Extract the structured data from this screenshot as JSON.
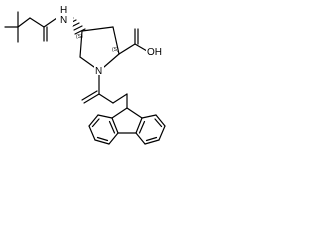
{
  "molecule": {
    "atoms": {
      "amine_h": "H",
      "amine_n": "N",
      "ring_n": "N",
      "hydroxyl": "OH"
    },
    "stereo": {
      "c4": "(S)",
      "c2": "(S)"
    },
    "ink_color": "#000000",
    "background_color": "#ffffff"
  }
}
